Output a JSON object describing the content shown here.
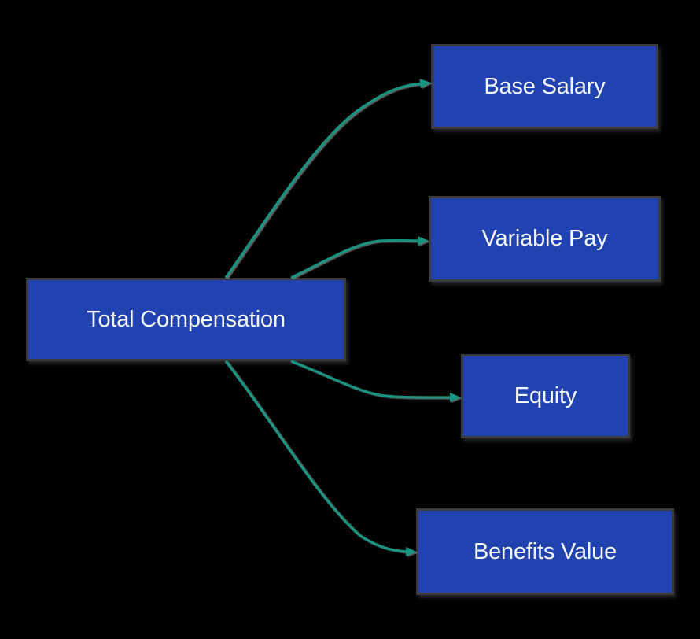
{
  "diagram": {
    "type": "flowchart",
    "direction": "left-to-right",
    "colors": {
      "background": "#000000",
      "node_fill": "#2143b2",
      "node_border": "#3b3b3b",
      "node_text": "#f6f8fc",
      "edge_stroke": "#189582"
    },
    "nodes": [
      {
        "id": "total-compensation",
        "label": "Total Compensation"
      },
      {
        "id": "base-salary",
        "label": "Base Salary"
      },
      {
        "id": "variable-pay",
        "label": "Variable Pay"
      },
      {
        "id": "equity",
        "label": "Equity"
      },
      {
        "id": "benefits-value",
        "label": "Benefits Value"
      }
    ],
    "edges": [
      {
        "from": "total-compensation",
        "to": "base-salary",
        "arrow": "curved-arrow"
      },
      {
        "from": "total-compensation",
        "to": "variable-pay",
        "arrow": "curved-arrow"
      },
      {
        "from": "total-compensation",
        "to": "equity",
        "arrow": "curved-arrow"
      },
      {
        "from": "total-compensation",
        "to": "benefits-value",
        "arrow": "curved-arrow"
      }
    ]
  }
}
